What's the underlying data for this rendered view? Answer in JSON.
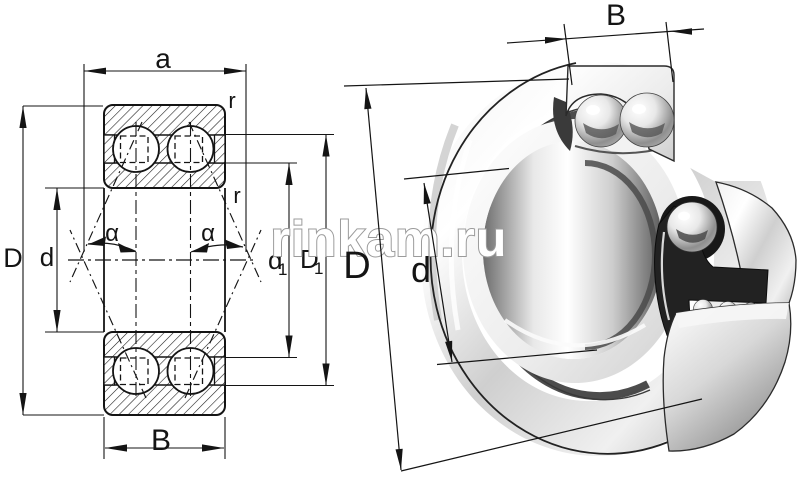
{
  "watermark": {
    "text": "rinkam.ru"
  },
  "schematic": {
    "title": "double-row angular contact ball bearing cross-section",
    "labels": {
      "width_a": "a",
      "corner_r_top": "r",
      "corner_r_bottom": "r",
      "contact_angle_left": "α",
      "contact_angle_right": "α",
      "outer_diameter": "D",
      "bore_diameter": "d",
      "d1_base": "d",
      "d1_sub": "1",
      "D1_base": "D",
      "D1_sub": "1",
      "width_B": "B"
    }
  },
  "render3d": {
    "title": "double-row angular contact ball bearing 3D view",
    "labels": {
      "width_B": "B",
      "outer_diameter": "D",
      "bore_diameter": "d"
    }
  },
  "colors": {
    "line": "#141414",
    "background": "#ffffff",
    "watermark_fill": "#ffffff",
    "watermark_outline": "#9b9b9b"
  }
}
